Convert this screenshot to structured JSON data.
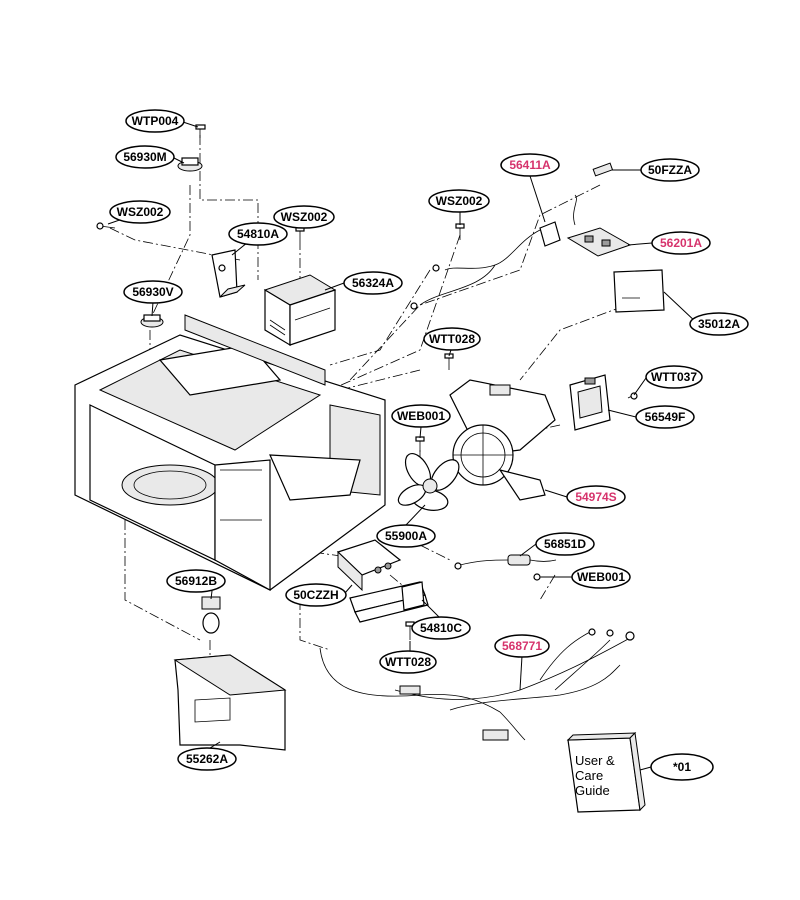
{
  "accent_color": "#d6336c",
  "callouts": {
    "wtp004": "WTP004",
    "c56930m": "56930M",
    "wsz002_left": "WSZ002",
    "c54810a": "54810A",
    "wsz002_mid": "WSZ002",
    "c56324a": "56324A",
    "c56930v": "56930V",
    "c56411a": "56411A",
    "c50fzza": "50FZZA",
    "wsz002_right": "WSZ002",
    "c56201a": "56201A",
    "c35012a": "35012A",
    "wtt028_top": "WTT028",
    "wtt037": "WTT037",
    "web001_left": "WEB001",
    "c56549f": "56549F",
    "c54974s": "54974S",
    "c55900a": "55900A",
    "c56851d": "56851D",
    "web001_right": "WEB001",
    "c50czzh": "50CZZH",
    "c56912b": "56912B",
    "c54810c": "54810C",
    "wtt028_bottom": "WTT028",
    "c568771": "568771",
    "c55262a": "55262A",
    "c01": "*01"
  },
  "guide": {
    "line1": "User &",
    "line2": "Care",
    "line3": "Guide"
  }
}
